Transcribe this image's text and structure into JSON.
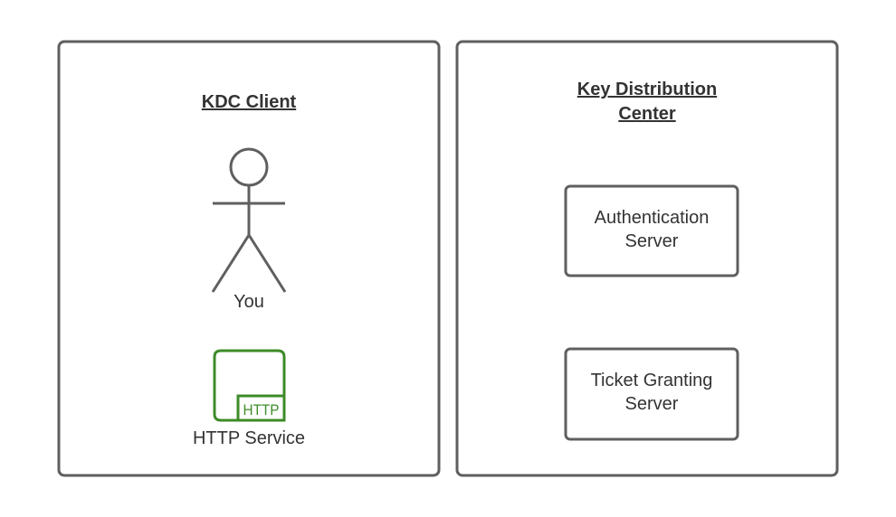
{
  "panels": {
    "client": {
      "title": "KDC Client",
      "user_label": "You",
      "service_label": "HTTP Service",
      "service_icon": "http-service-icon",
      "service_icon_text": "HTTP"
    },
    "kdc": {
      "title_line1": "Key Distribution",
      "title_line2": "Center",
      "servers": [
        {
          "line1": "Authentication",
          "line2": "Server"
        },
        {
          "line1": "Ticket Granting",
          "line2": "Server"
        }
      ]
    }
  },
  "colors": {
    "stroke": "#5f5f5f",
    "http_green": "#3d8b28",
    "text": "#333333"
  }
}
